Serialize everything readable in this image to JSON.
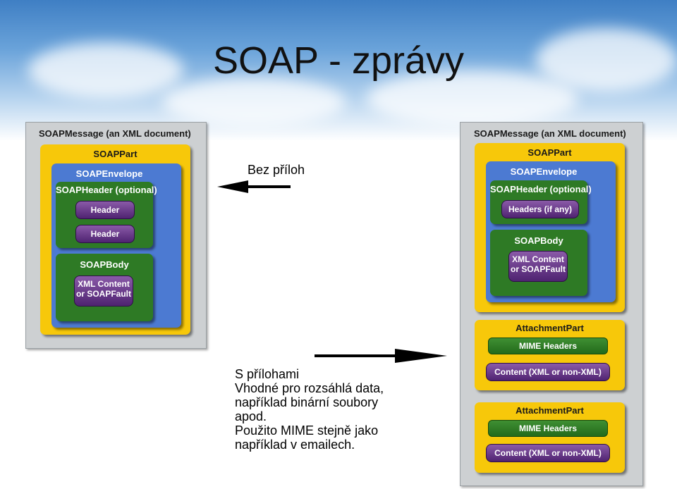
{
  "title": "SOAP - zprávy",
  "left_diagram": {
    "message": "SOAPMessage (an XML document)",
    "part": "SOAPPart",
    "envelope": "SOAPEnvelope",
    "header_container": "SOAPHeader (optional)",
    "header_1": "Header",
    "header_2": "Header",
    "body": "SOAPBody",
    "content": "XML Content\nor SOAPFault"
  },
  "right_diagram": {
    "message": "SOAPMessage (an XML document)",
    "part": "SOAPPart",
    "envelope": "SOAPEnvelope",
    "header_container": "SOAPHeader (optional)",
    "headers": "Headers (if any)",
    "body": "SOAPBody",
    "content": "XML Content\nor SOAPFault",
    "attachments": [
      {
        "label": "AttachmentPart",
        "mime": "MIME Headers",
        "content": "Content (XML or non-XML)"
      },
      {
        "label": "AttachmentPart",
        "mime": "MIME Headers",
        "content": "Content (XML or non-XML)"
      }
    ]
  },
  "annotations": {
    "without_attachments": "Bez příloh",
    "with_attachments_lines": [
      "S přílohami",
      "Vhodné pro rozsáhlá data,",
      "například binární soubory",
      "apod.",
      "Použito MIME stejně jako",
      "například v emailech."
    ]
  },
  "colors": {
    "outer_frame": "#cdd0d2",
    "part": "#f7c80a",
    "envelope": "#4c7ad2",
    "section": "#2e7a25",
    "content_box": "#5a2a80"
  }
}
